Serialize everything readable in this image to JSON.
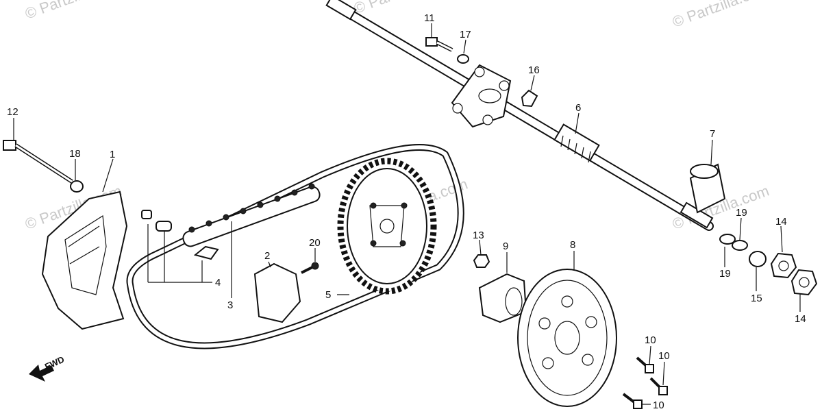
{
  "watermarks": [
    "© Partzilla.com",
    "© Partzilla.com",
    "© Partzilla.com",
    "© Partzilla.com",
    "© Partzilla.com",
    "© Partzilla.com"
  ],
  "direction_label": "FWD",
  "callouts": {
    "c1": "1",
    "c2": "2",
    "c3": "3",
    "c4": "4",
    "c5": "5",
    "c6": "6",
    "c7": "7",
    "c8": "8",
    "c9": "9",
    "c10a": "10",
    "c10b": "10",
    "c10c": "10",
    "c11": "11",
    "c12": "12",
    "c13": "13",
    "c14a": "14",
    "c14b": "14",
    "c15": "15",
    "c16": "16",
    "c17": "17",
    "c18": "18",
    "c19a": "19",
    "c19b": "19",
    "c20": "20"
  }
}
